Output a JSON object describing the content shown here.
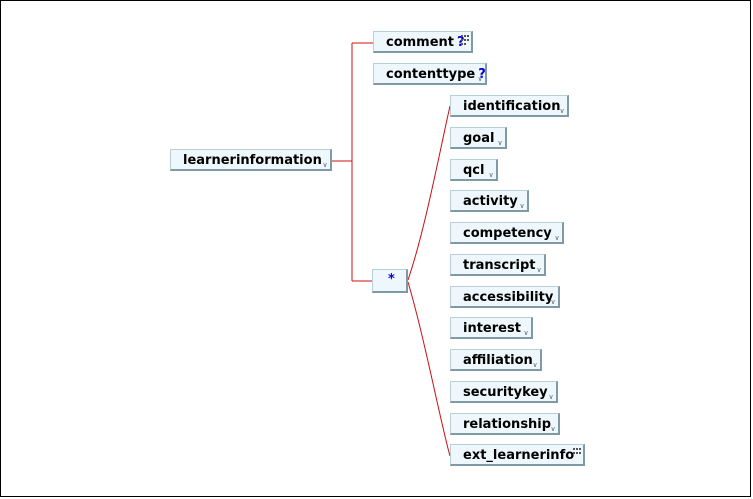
{
  "root": {
    "label": "learnerinformation"
  },
  "top_children": [
    {
      "label": "comment",
      "marker": "?",
      "icon": "grid-icon"
    },
    {
      "label": "contenttype",
      "marker": "?",
      "icon": "expand-icon"
    }
  ],
  "choice": {
    "marker": "*"
  },
  "choice_children": [
    {
      "label": "identification"
    },
    {
      "label": "goal"
    },
    {
      "label": "qcl"
    },
    {
      "label": "activity"
    },
    {
      "label": "competency"
    },
    {
      "label": "transcript"
    },
    {
      "label": "accessibility"
    },
    {
      "label": "interest"
    },
    {
      "label": "affiliation"
    },
    {
      "label": "securitykey"
    },
    {
      "label": "relationship"
    },
    {
      "label": "ext_learnerinfo"
    }
  ],
  "colors": {
    "connector": "#c81010",
    "node_fill": "#eef7fb",
    "node_border": "#7f9aa6"
  }
}
